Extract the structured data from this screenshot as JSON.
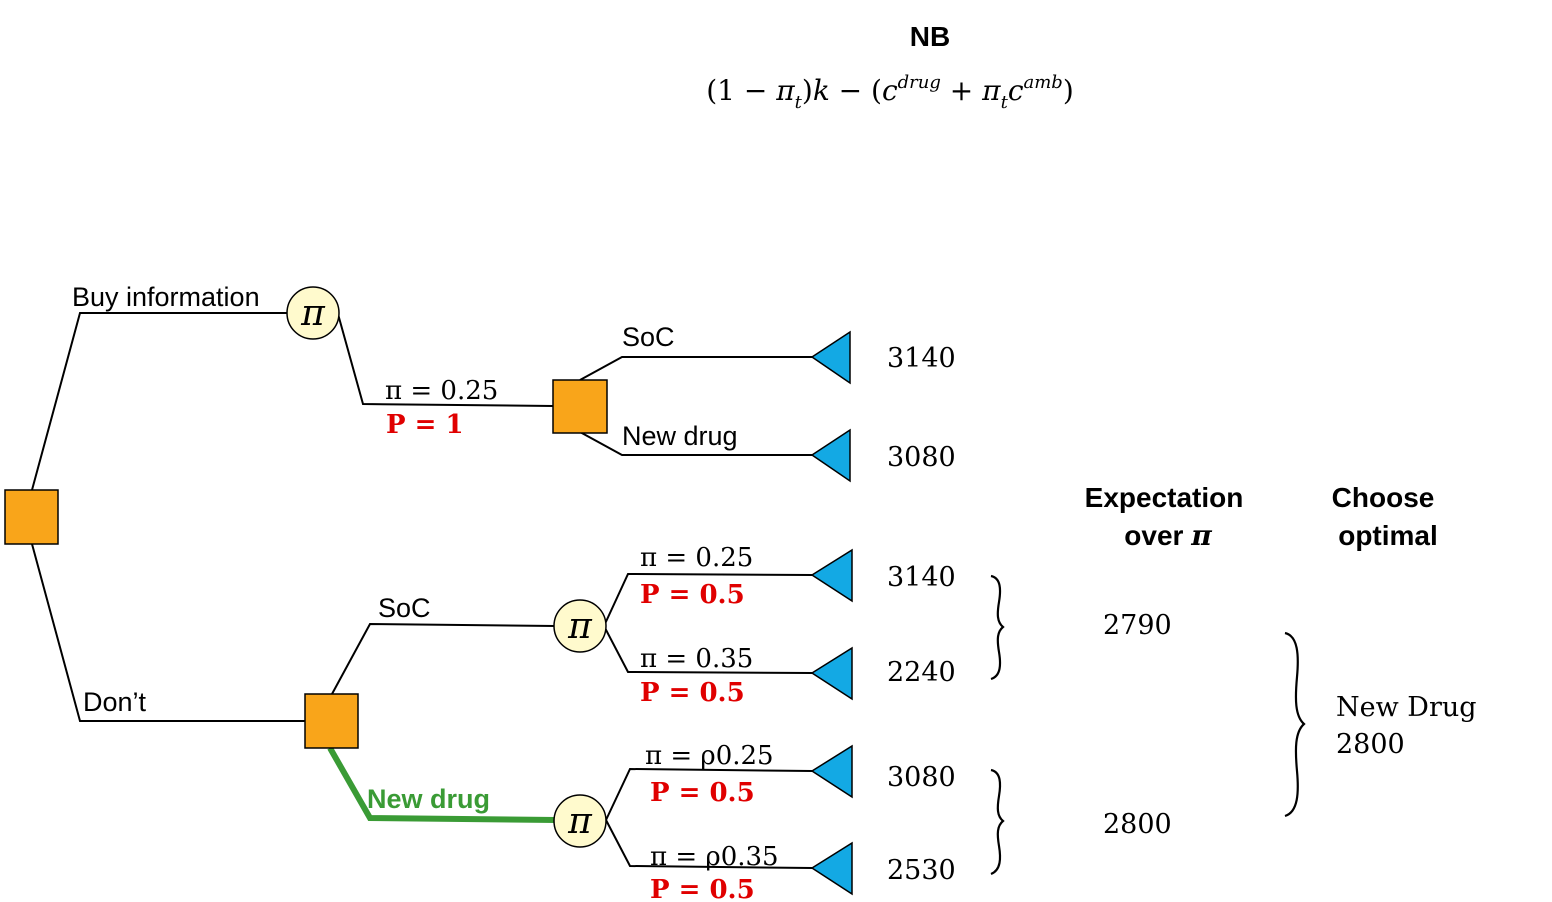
{
  "header": {
    "title": "NB",
    "formula": "(1 − π_t)k − (c^drug + π_t c^amb)"
  },
  "columns": {
    "expectation_line1": "Expectation",
    "expectation_line2": "over π",
    "choose_line1": "Choose",
    "choose_line2": "optimal"
  },
  "branches": {
    "buy_information": "Buy information",
    "dont": "Don’t",
    "soc_top": "SoC",
    "new_drug_top": "New drug",
    "soc_bottom": "SoC",
    "new_drug_bottom": "New drug"
  },
  "chance_symbol": "π",
  "probabilities": {
    "buy_pi": "π = 0.25",
    "buy_p": "P = 1",
    "soc_a_pi": "π = 0.25",
    "soc_a_p": "P = 0.5",
    "soc_b_pi": "π = 0.35",
    "soc_b_p": "P = 0.5",
    "nd_a_pi": "π = ρ0.25",
    "nd_a_p": "P = 0.5",
    "nd_b_pi": "π = ρ0.35",
    "nd_b_p": "P = 0.5"
  },
  "payoffs": {
    "buy_soc": "3140",
    "buy_new_drug": "3080",
    "soc_a": "3140",
    "soc_b": "2240",
    "nd_a": "3080",
    "nd_b": "2530"
  },
  "expectations": {
    "soc": "2790",
    "new_drug": "2800"
  },
  "optimal": {
    "choice": "New Drug",
    "value": "2800"
  },
  "colors": {
    "decision_node": "#f9a51a",
    "chance_node": "#fffacd",
    "terminal_node": "#13a9e4",
    "optimal_path": "#3a9b35",
    "probability_text": "#e00000"
  }
}
